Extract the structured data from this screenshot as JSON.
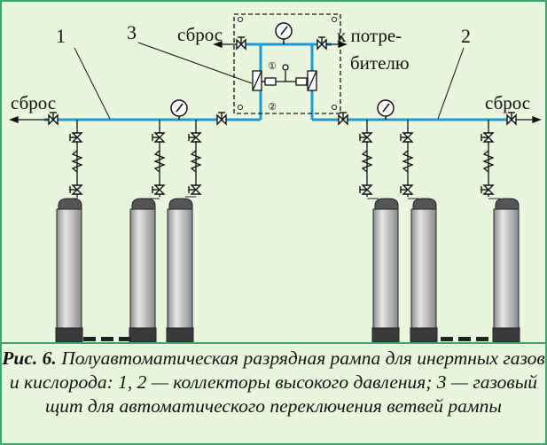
{
  "labels": {
    "vent_left": "сброс",
    "vent_top": "сброс",
    "vent_right": "сброс",
    "consumer_line1": "к потре-",
    "consumer_line2": "бителю",
    "num_1": "1",
    "num_2": "2",
    "num_3": "3",
    "panel_num_1": "①",
    "panel_num_2": "②"
  },
  "caption": {
    "prefix": "Рис. 6.",
    "text": " Полуавтоматическая разрядная рампа для инертных газов и кислорода: 1, 2 — коллекторы высокого давления; 3 — газовый щит для автоматического переключения ветвей рампы"
  },
  "colors": {
    "background": "#e9f5dc",
    "frame": "#3aa86b",
    "pipe": "#1a9ad8",
    "cylinder": "#bcbcbc",
    "cylinder_base": "#3a3a3a"
  }
}
